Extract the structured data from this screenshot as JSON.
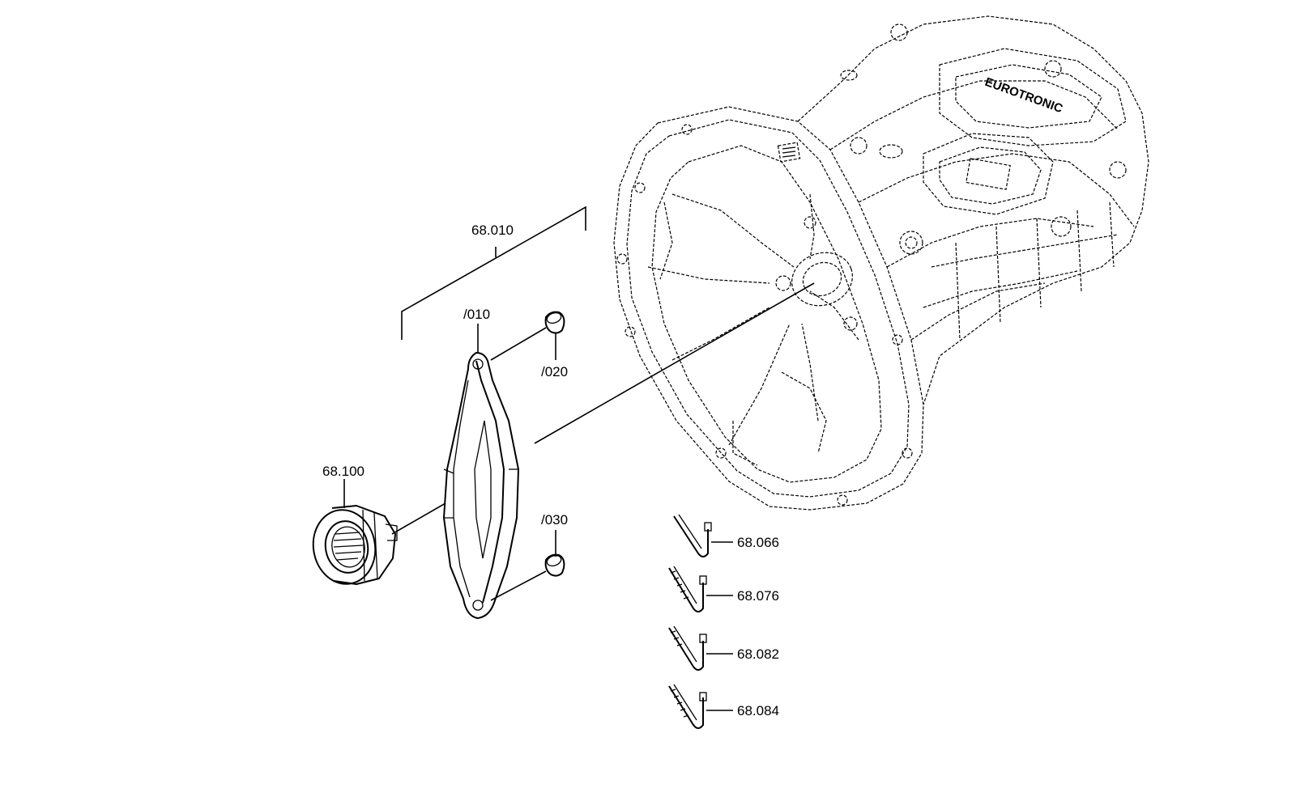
{
  "callouts": {
    "assembly": "68.010",
    "fork": "/010",
    "pin_top": "/020",
    "pin_bottom": "/030",
    "bearing": "68.100",
    "clip_1": "68.066",
    "clip_2": "68.076",
    "clip_3": "68.082",
    "clip_4": "68.084"
  },
  "housing_casting_text": "EUROTRONIC"
}
